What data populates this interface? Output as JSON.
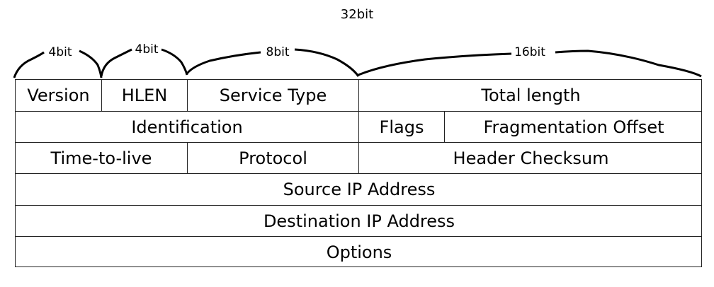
{
  "title": "32bit",
  "braces": [
    {
      "label": "4bit"
    },
    {
      "label": "4bit"
    },
    {
      "label": "8bit"
    },
    {
      "label": "16bit"
    }
  ],
  "rows": [
    [
      "Version",
      "HLEN",
      "Service Type",
      "Total length"
    ],
    [
      "Identification",
      "Flags",
      "Fragmentation Offset"
    ],
    [
      "Time-to-live",
      "Protocol",
      "Header Checksum"
    ],
    [
      "Source IP Address"
    ],
    [
      "Destination IP Address"
    ],
    [
      "Options"
    ]
  ]
}
